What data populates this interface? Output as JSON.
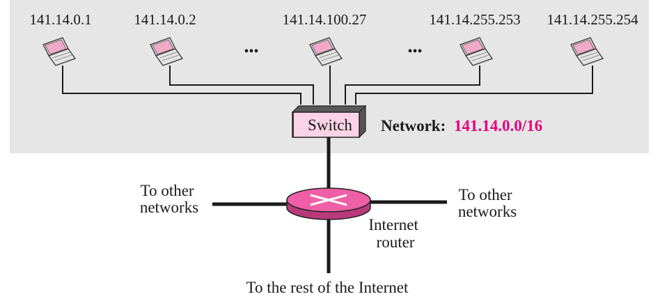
{
  "hosts": [
    {
      "ip": "141.14.0.1"
    },
    {
      "ip": "141.14.0.2"
    },
    {
      "ip": "141.14.100.27"
    },
    {
      "ip": "141.14.255.253"
    },
    {
      "ip": "141.14.255.254"
    }
  ],
  "ellipsis": "•••",
  "switch": {
    "label": "Switch"
  },
  "network": {
    "label": "Network:",
    "prefix": "141.14.0.0/16"
  },
  "router": {
    "label_line1": "Internet",
    "label_line2": "router"
  },
  "left_link": {
    "line1": "To other",
    "line2": "networks"
  },
  "right_link": {
    "line1": "To other",
    "line2": "networks"
  },
  "bottom_link": {
    "label": "To the rest of the Internet"
  },
  "colors": {
    "panel": "#e6e6e6",
    "accent": "#e6007e",
    "router_fill": "#ee5fa6",
    "switch_fill": "#fbd3e6",
    "laptop_screen": "#f2a9c9"
  }
}
